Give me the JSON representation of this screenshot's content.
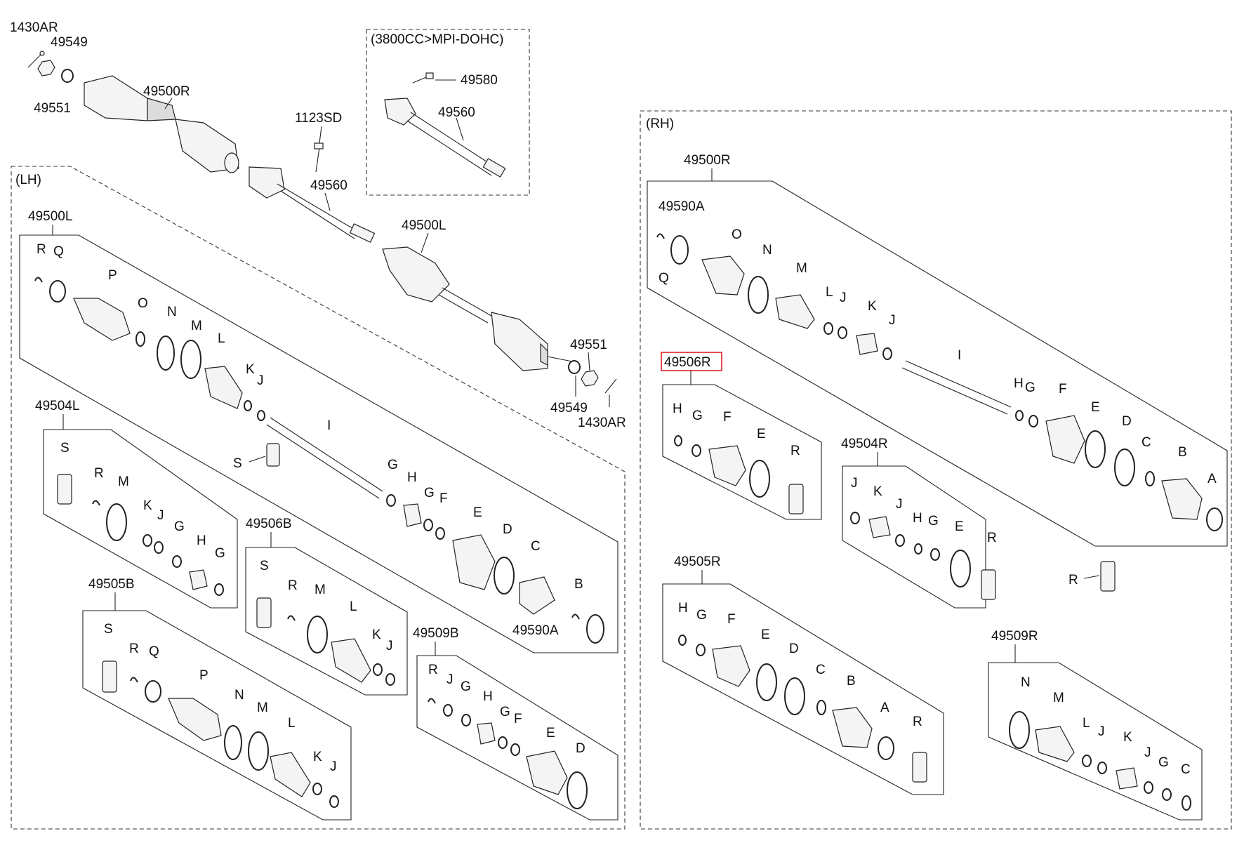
{
  "top": {
    "pin_left": "1430AR",
    "washer_left": "49549",
    "nut_left": "49551",
    "axle_top": "49500R",
    "bolt": "1123SD",
    "shaft": "49560",
    "axle_mid": "49500L",
    "nut_right": "49551",
    "washer_right": "49549",
    "pin_right": "1430AR"
  },
  "inset": {
    "title": "(3800CC>MPI-DOHC)",
    "bolt": "49580",
    "shaft": "49560"
  },
  "lh": {
    "title": "(LH)",
    "assy": "49500L",
    "assy_letters": [
      "R",
      "Q",
      "P",
      "O",
      "N",
      "M",
      "L",
      "K",
      "J",
      "I",
      "G",
      "H",
      "G",
      "F",
      "E",
      "D",
      "C",
      "B"
    ],
    "loose_s": "S",
    "ring_part": "49590A",
    "k49504L": {
      "code": "49504L",
      "letters": [
        "S",
        "R",
        "M",
        "K",
        "J",
        "G",
        "H",
        "G"
      ]
    },
    "k49506B": {
      "code": "49506B",
      "letters": [
        "S",
        "R",
        "M",
        "L",
        "K",
        "J"
      ]
    },
    "k49505B": {
      "code": "49505B",
      "letters": [
        "S",
        "R",
        "Q",
        "P",
        "N",
        "M",
        "L",
        "K",
        "J"
      ]
    },
    "k49509B": {
      "code": "49509B",
      "letters": [
        "R",
        "J",
        "G",
        "H",
        "G",
        "F",
        "E",
        "D"
      ]
    }
  },
  "rh": {
    "title": "(RH)",
    "assy": "49500R",
    "ring_part": "49590A",
    "assy_letters": [
      "Q",
      "O",
      "N",
      "M",
      "L",
      "J",
      "K",
      "J",
      "I",
      "H",
      "G",
      "F",
      "E",
      "D",
      "C",
      "B",
      "A"
    ],
    "k49506R": {
      "code": "49506R",
      "letters": [
        "H",
        "G",
        "F",
        "E",
        "R"
      ]
    },
    "k49504R": {
      "code": "49504R",
      "letters": [
        "J",
        "K",
        "J",
        "H",
        "G",
        "E",
        "R"
      ]
    },
    "loose_r": "R",
    "k49505R": {
      "code": "49505R",
      "letters": [
        "H",
        "G",
        "F",
        "E",
        "D",
        "C",
        "B",
        "A",
        "R"
      ]
    },
    "k49509R": {
      "code": "49509R",
      "letters": [
        "N",
        "M",
        "L",
        "J",
        "K",
        "J",
        "G",
        "C"
      ]
    }
  },
  "colors": {
    "highlight": "#e02020",
    "line": "#222222"
  }
}
